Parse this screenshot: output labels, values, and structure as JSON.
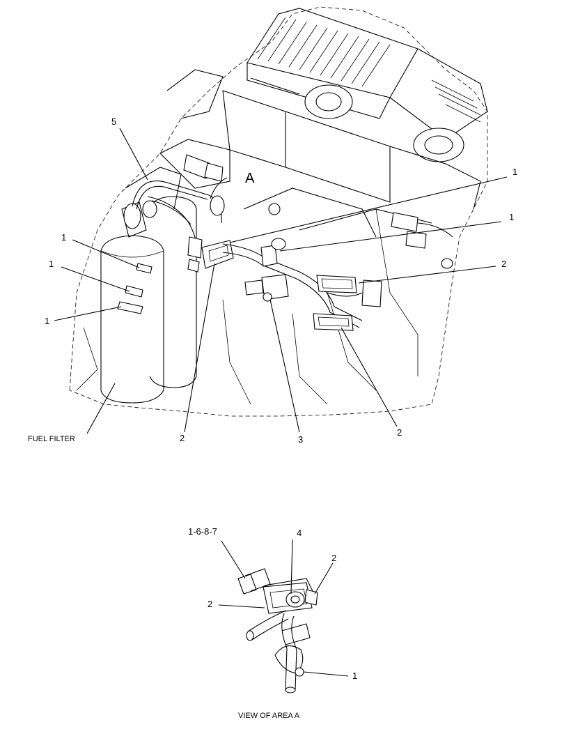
{
  "main_view": {
    "area_letter": "A",
    "fuel_filter_label": "FUEL FILTER",
    "callouts": {
      "c5": "5",
      "c1_upper_right": "1",
      "c1_mid_right": "1",
      "c2_right": "2",
      "c1_left_top": "1",
      "c1_left_mid": "1",
      "c1_left_bottom": "1",
      "c2_bottom_left": "2",
      "c3_bottom": "3",
      "c2_bottom_right": "2"
    }
  },
  "detail_view": {
    "caption": "VIEW OF AREA  A",
    "callouts": {
      "c1687": "1-6-8-7",
      "c4": "4",
      "c2_right": "2",
      "c2_left": "2",
      "c1_bottom": "1"
    }
  }
}
